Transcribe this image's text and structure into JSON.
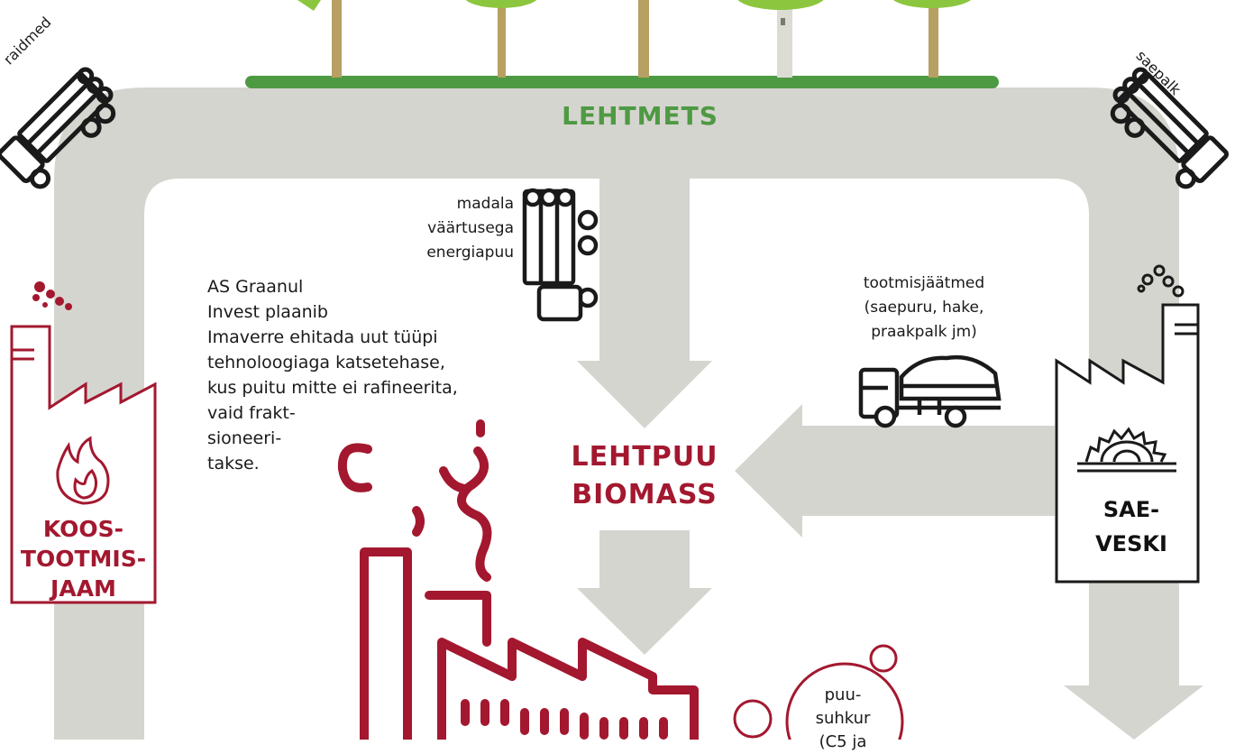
{
  "forest_label": "LEHTMETS",
  "biomass_label": [
    "LEHTPUU",
    "BIOMASS"
  ],
  "logging_residues_label": "raidmed",
  "sawlog_label": "saepalk",
  "energy_wood_label": [
    "madala",
    "väärtusega",
    "energiapuu"
  ],
  "production_residues_label": [
    "tootmisjäätmed",
    "(saepuru, hake,",
    "praakpalk jm)"
  ],
  "plan_text": [
    "AS Graanul",
    "Invest plaanib",
    "Imaverre ehitada uut tüüpi",
    "tehnoloogiaga katsetehase,",
    "kus puitu mitte ei rafineerita,",
    "vaid frakt-",
    "sioneeri-",
    "takse."
  ],
  "chp_plant_label": [
    "KOOS-",
    "TOOTMIS-",
    "JAAM"
  ],
  "sawmill_label": [
    "SAE-",
    "VESKI"
  ],
  "wood_sugar_label": [
    "puu-",
    "suhkur",
    "(C5 ja"
  ],
  "colors": {
    "flow_gray": "#d5d5cf",
    "forest_green": "#4e9a43",
    "tree_green": "#8cc63f",
    "accent_red": "#a3182f",
    "line_black": "#1a1a1a"
  },
  "icons": [
    "tree-icon",
    "log-truck-icon",
    "factory-icon",
    "flame-icon",
    "sawmill-icon",
    "saw-blade-icon",
    "dump-truck-icon",
    "biorefinery-icon",
    "bubble-icon"
  ]
}
